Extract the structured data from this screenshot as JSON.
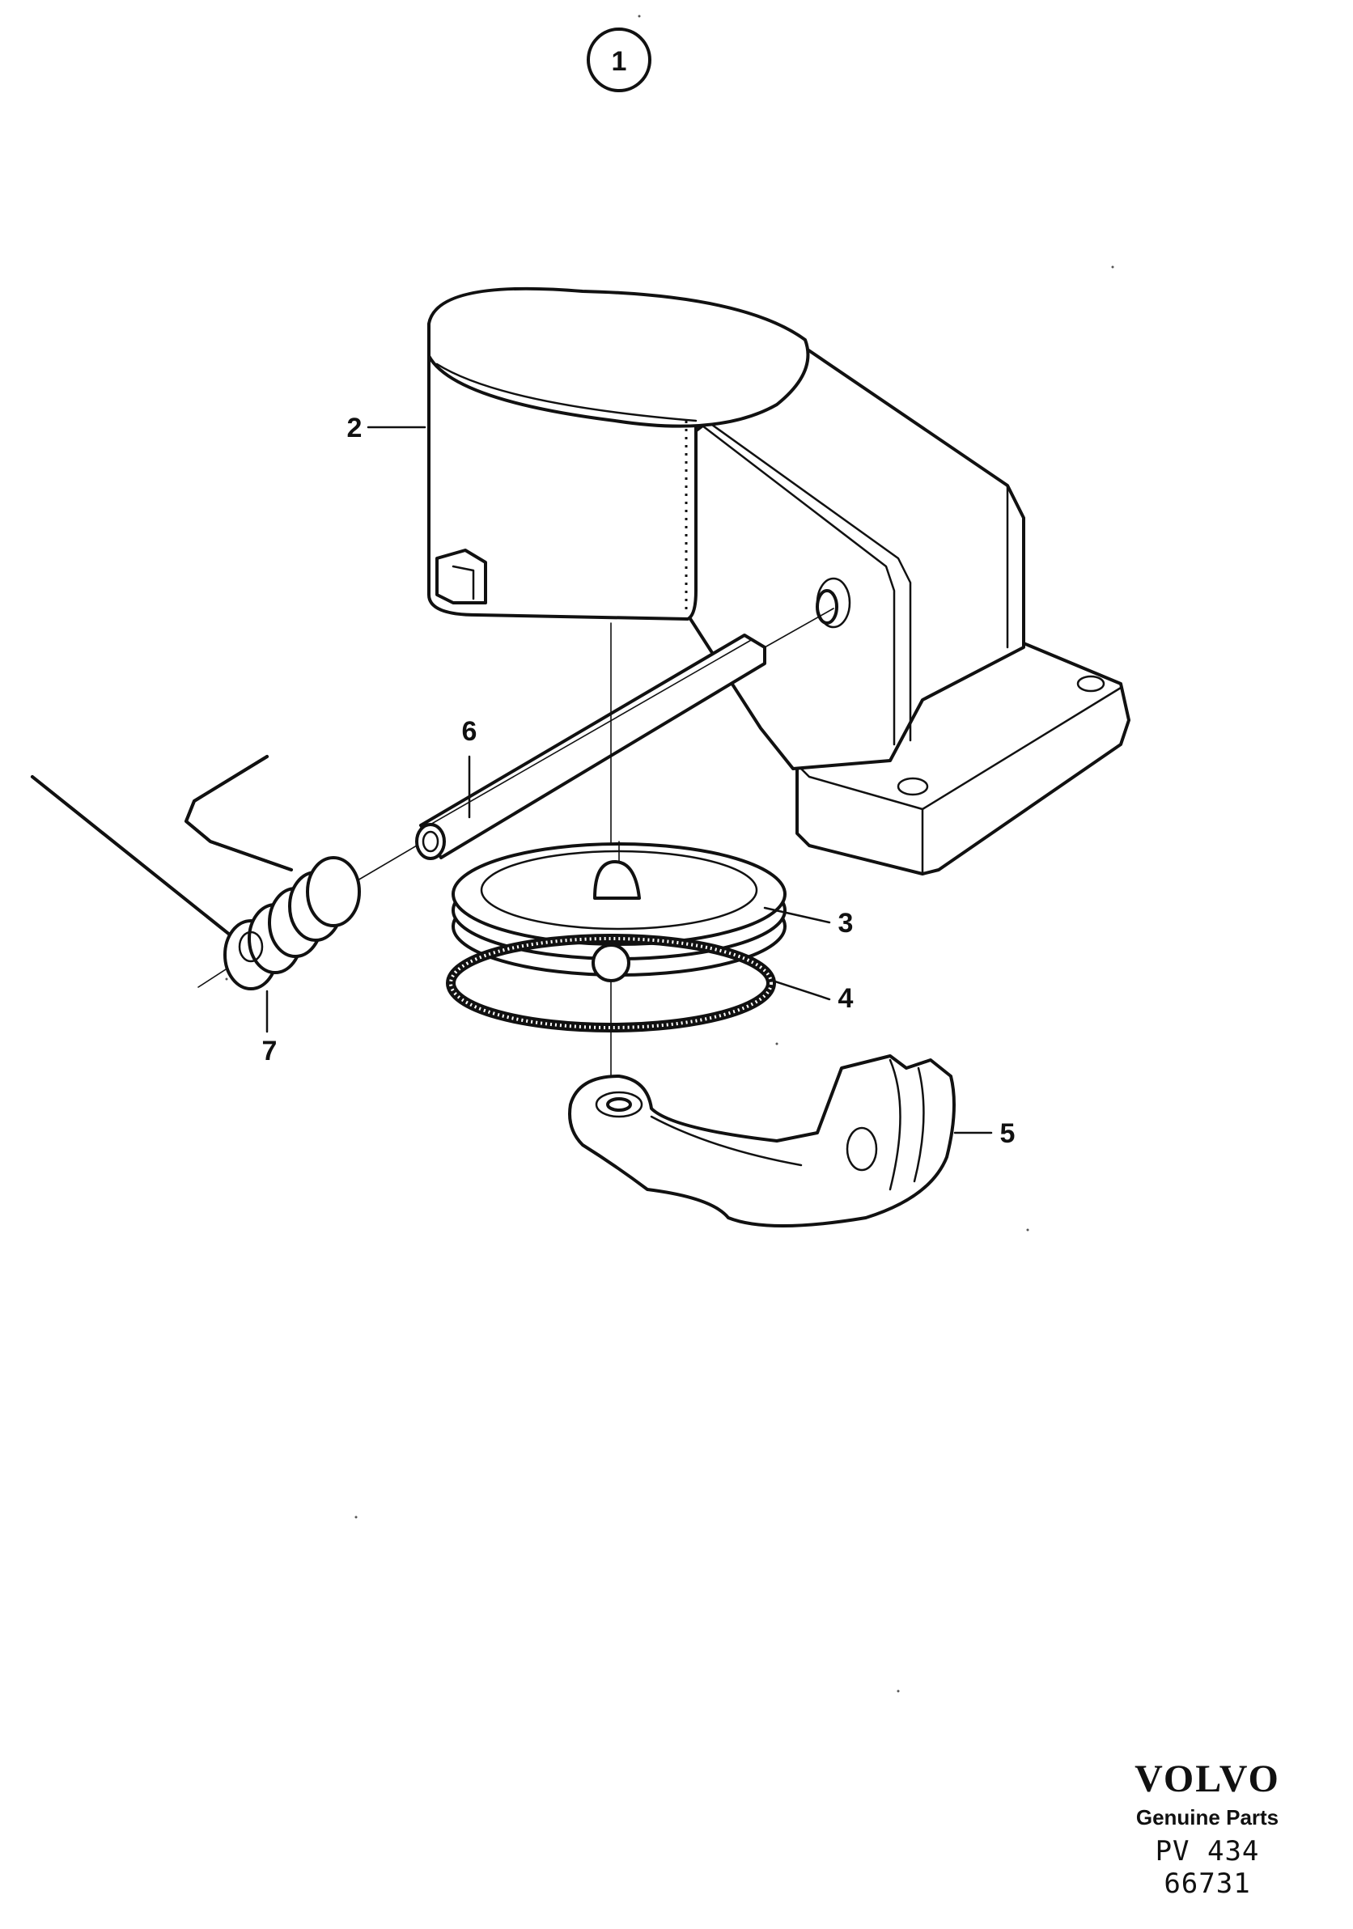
{
  "figure": {
    "number": "1"
  },
  "callouts": [
    {
      "id": "2",
      "label": "2"
    },
    {
      "id": "3",
      "label": "3"
    },
    {
      "id": "4",
      "label": "4"
    },
    {
      "id": "5",
      "label": "5"
    },
    {
      "id": "6",
      "label": "6"
    },
    {
      "id": "7",
      "label": "7"
    }
  ],
  "brand": {
    "logo_text": "VOLVO",
    "subtitle": "Genuine Parts",
    "code": "PV 434  66731"
  }
}
